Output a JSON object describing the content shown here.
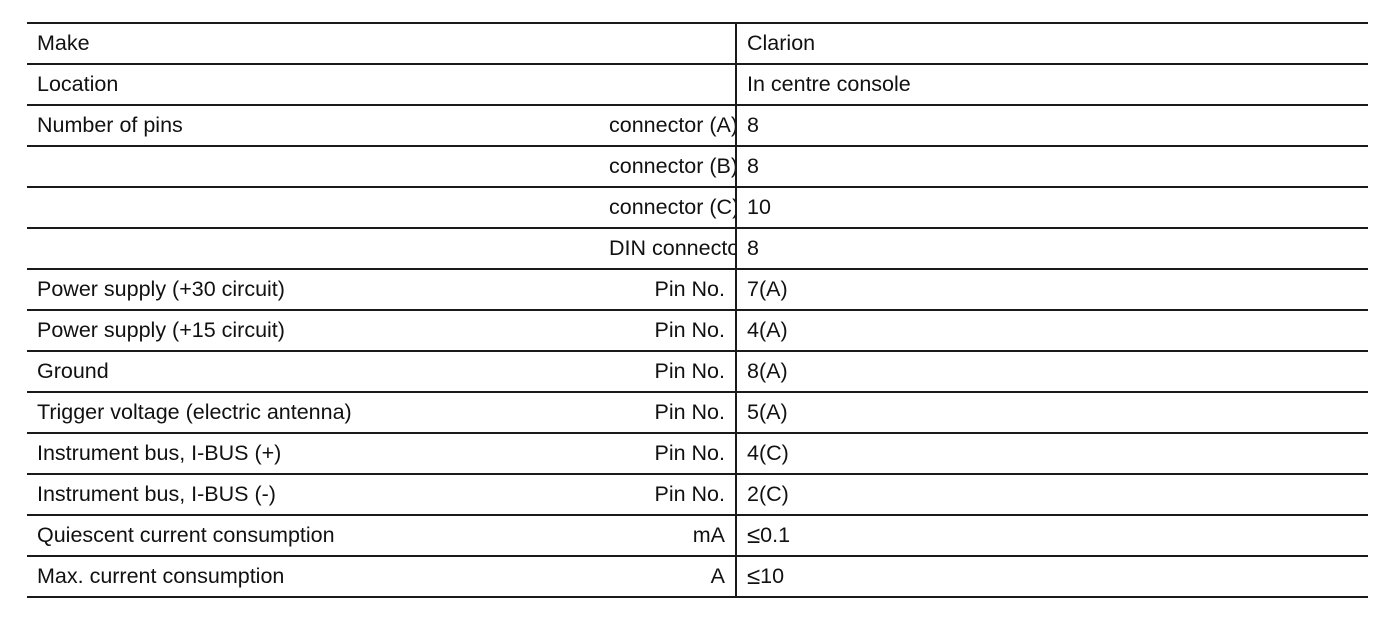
{
  "rows": [
    {
      "label": "Make",
      "unit": "",
      "value": "Clarion"
    },
    {
      "label": "Location",
      "unit": "",
      "value": "In centre console"
    },
    {
      "label": "Number of pins",
      "unit": "connector (A)",
      "value": "8"
    },
    {
      "label": "",
      "unit": "connector (B)",
      "value": "8"
    },
    {
      "label": "",
      "unit": "connector (C)",
      "value": "10"
    },
    {
      "label": "",
      "unit": "DIN connector",
      "value": "8"
    },
    {
      "label": "Power supply (+30 circuit)",
      "unit": "Pin No.",
      "value": "7(A)"
    },
    {
      "label": "Power supply (+15 circuit)",
      "unit": "Pin No.",
      "value": "4(A)"
    },
    {
      "label": "Ground",
      "unit": "Pin No.",
      "value": "8(A)"
    },
    {
      "label": "Trigger voltage (electric antenna)",
      "unit": "Pin No.",
      "value": "5(A)"
    },
    {
      "label": "Instrument bus, I-BUS (+)",
      "unit": "Pin No.",
      "value": "4(C)"
    },
    {
      "label": "Instrument bus, I-BUS (-)",
      "unit": "Pin No.",
      "value": "2(C)"
    },
    {
      "label": "Quiescent current consumption",
      "unit": "mA",
      "value_prefix": "≤",
      "value": "0.1"
    },
    {
      "label": "Max. current consumption",
      "unit": "A",
      "value_prefix": "≤",
      "value": "10"
    }
  ]
}
